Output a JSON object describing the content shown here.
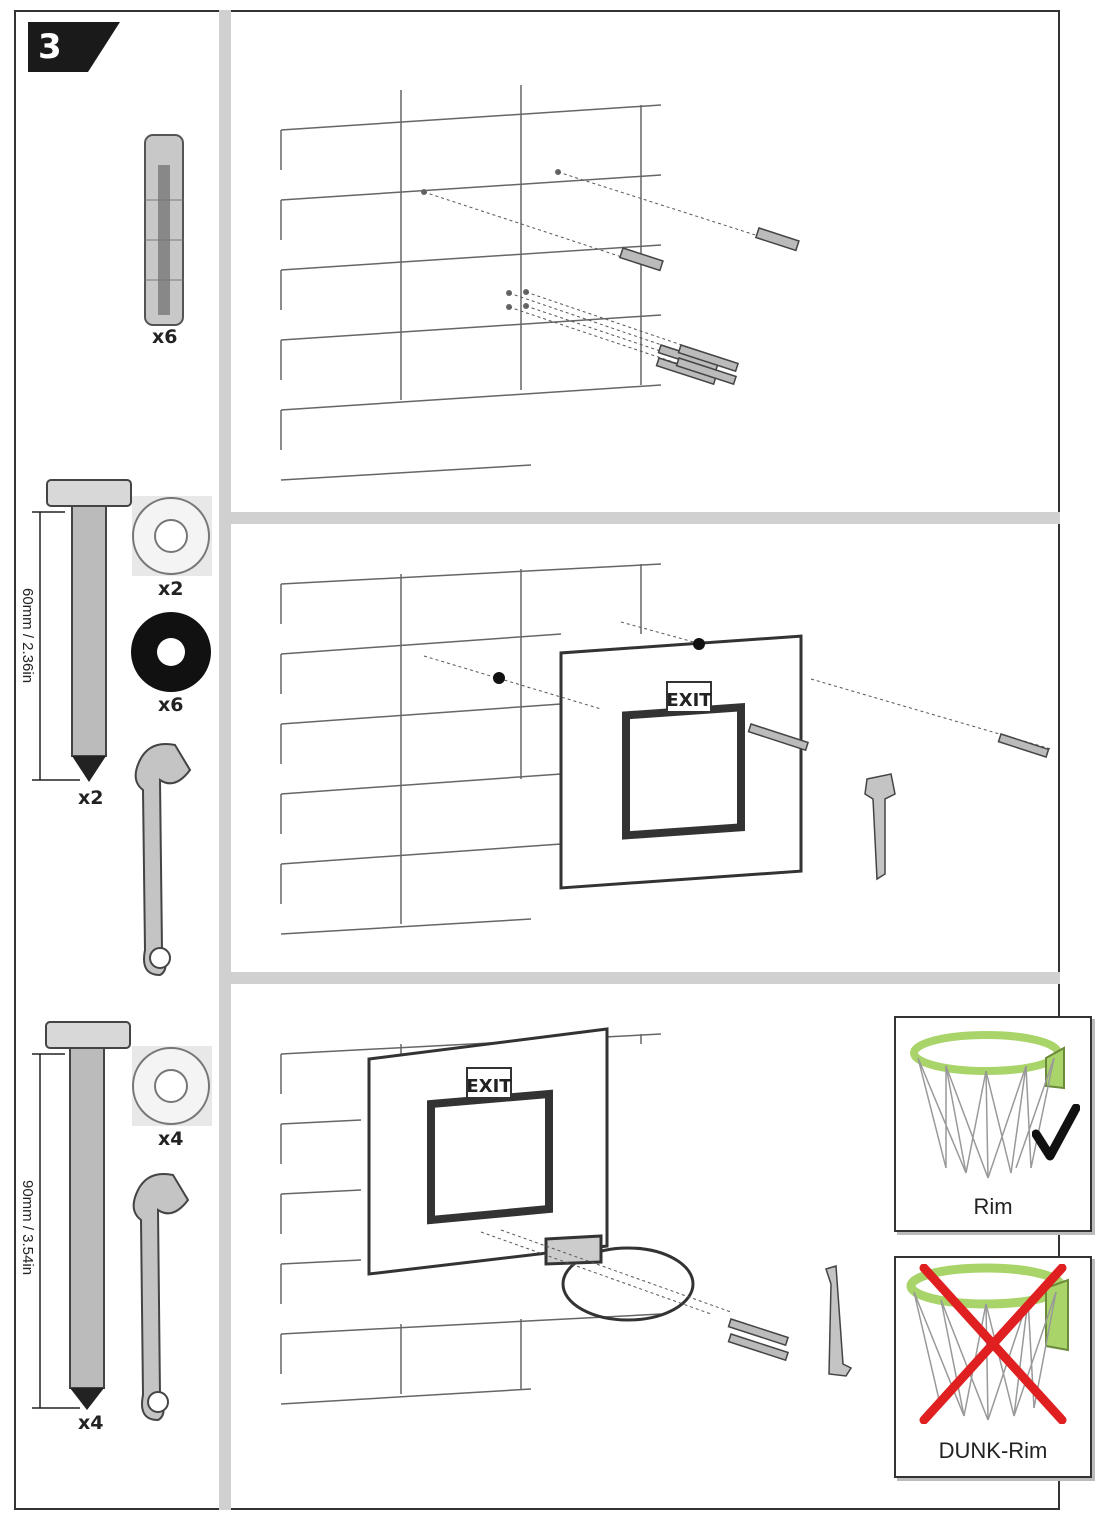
{
  "step": {
    "number": "3"
  },
  "parts": {
    "anchor": {
      "qty": "x6"
    },
    "short_bolt": {
      "qty": "x2",
      "length": "60mm / 2.36in"
    },
    "washer_white_1": {
      "qty": "x2"
    },
    "washer_black": {
      "qty": "x6"
    },
    "long_bolt": {
      "qty": "x4",
      "length": "90mm / 3.54in"
    },
    "washer_white_2": {
      "qty": "x4"
    }
  },
  "logo": {
    "text": "EXIT"
  },
  "rim_options": {
    "correct": {
      "label": "Rim",
      "mark": "check-icon"
    },
    "wrong": {
      "label": "DUNK-Rim",
      "mark": "cross-icon"
    }
  },
  "colors": {
    "rim_green": "#a9d46a",
    "cross_red": "#e02020",
    "divider": "#d0d0d0"
  }
}
